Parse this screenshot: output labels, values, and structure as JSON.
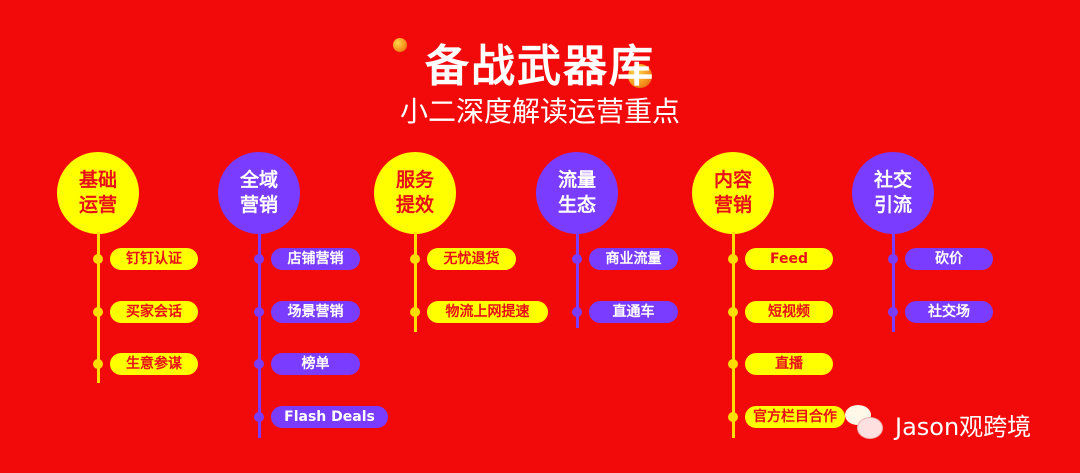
{
  "title": "备战武器库",
  "subtitle": "小二深度解读运营重点",
  "colors": {
    "background": "#f20a0a",
    "yellow": "#ffff00",
    "purple": "#7a3cff"
  },
  "columns": [
    {
      "label": "基础\n运营",
      "theme": "yellow",
      "items": [
        "钉钉认证",
        "买家会话",
        "生意参谋"
      ]
    },
    {
      "label": "全域\n营销",
      "theme": "purple",
      "items": [
        "店铺营销",
        "场景营销",
        "榜单",
        "Flash Deals"
      ]
    },
    {
      "label": "服务\n提效",
      "theme": "yellow",
      "items": [
        "无忧退货",
        "物流上网提速"
      ]
    },
    {
      "label": "流量\n生态",
      "theme": "purple",
      "items": [
        "商业流量",
        "直通车"
      ]
    },
    {
      "label": "内容\n营销",
      "theme": "yellow",
      "items": [
        "Feed",
        "短视频",
        "直播",
        "官方栏目合作"
      ]
    },
    {
      "label": "社交\n引流",
      "theme": "purple",
      "items": [
        "砍价",
        "社交场"
      ]
    }
  ],
  "watermark": {
    "icon": "wechat-icon",
    "text": "Jason观跨境"
  }
}
